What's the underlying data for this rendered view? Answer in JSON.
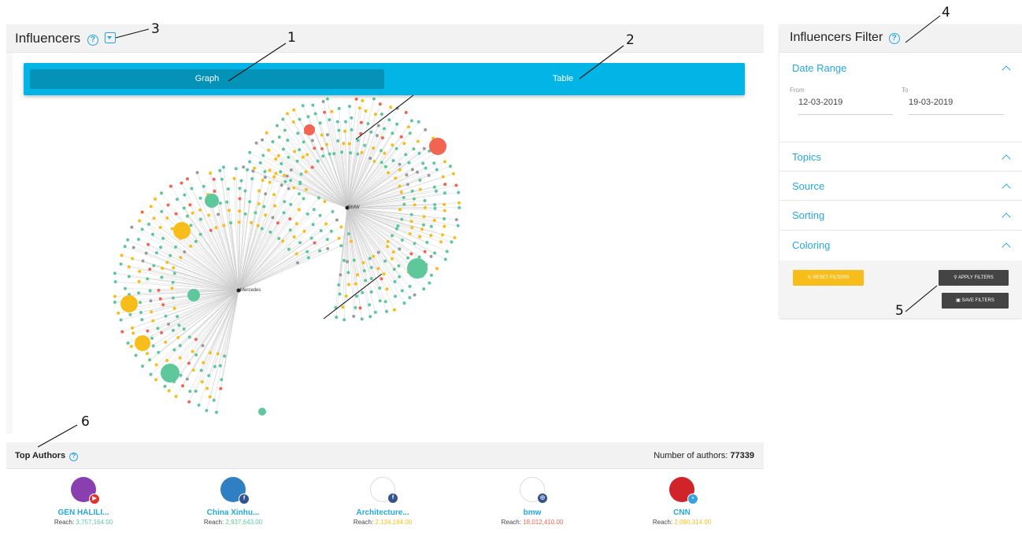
{
  "main": {
    "title": "Influencers",
    "tabs": [
      {
        "label": "Graph",
        "active": true
      },
      {
        "label": "Table",
        "active": false
      }
    ],
    "graph": {
      "hubs": [
        "Mercedes",
        "BMW"
      ],
      "colors": {
        "green": "#5ec89c",
        "yellow": "#f7be1b",
        "red": "#f16552",
        "grey": "#9b9b9b"
      }
    }
  },
  "top_authors": {
    "title": "Top Authors",
    "count_label": "Number of authors:",
    "count": "77339",
    "reach_label": "Reach:",
    "authors": [
      {
        "name": "GEN HALILI...",
        "reach": "3,757,164.00",
        "reach_color": "#5ec89c",
        "network": "youtube-icon",
        "badge_color": "#e0322b",
        "avatar_color": "#8a3fb0"
      },
      {
        "name": "China Xinhu...",
        "reach": "2,937,643.00",
        "reach_color": "#5ec89c",
        "network": "facebook-icon",
        "badge_color": "#35538f",
        "avatar_color": "#2f7fc2"
      },
      {
        "name": "Architecture...",
        "reach": "2,134,184.00",
        "reach_color": "#f7be1b",
        "network": "facebook-icon",
        "badge_color": "#35538f",
        "avatar_color": "#ffffff"
      },
      {
        "name": "bmw",
        "reach": "18,012,410.00",
        "reach_color": "#f16552",
        "network": "instagram-icon",
        "badge_color": "#35538f",
        "avatar_color": "#ffffff"
      },
      {
        "name": "CNN",
        "reach": "2,090,314.00",
        "reach_color": "#f7be1b",
        "network": "twitter-icon",
        "badge_color": "#3aa2e0",
        "avatar_color": "#d0232a"
      }
    ]
  },
  "filter": {
    "title": "Influencers Filter",
    "sections": {
      "date_range": "Date Range",
      "topics": "Topics",
      "source": "Source",
      "sorting": "Sorting",
      "coloring": "Coloring"
    },
    "from_label": "From",
    "from_value": "12-03-2019",
    "to_label": "To",
    "to_value": "19-03-2019",
    "reset_label": "RESET FILTERS",
    "apply_label": "APPLY FILTERS",
    "save_label": "SAVE FILTERS"
  },
  "annotations": [
    "1",
    "2",
    "3",
    "4",
    "5",
    "6"
  ]
}
